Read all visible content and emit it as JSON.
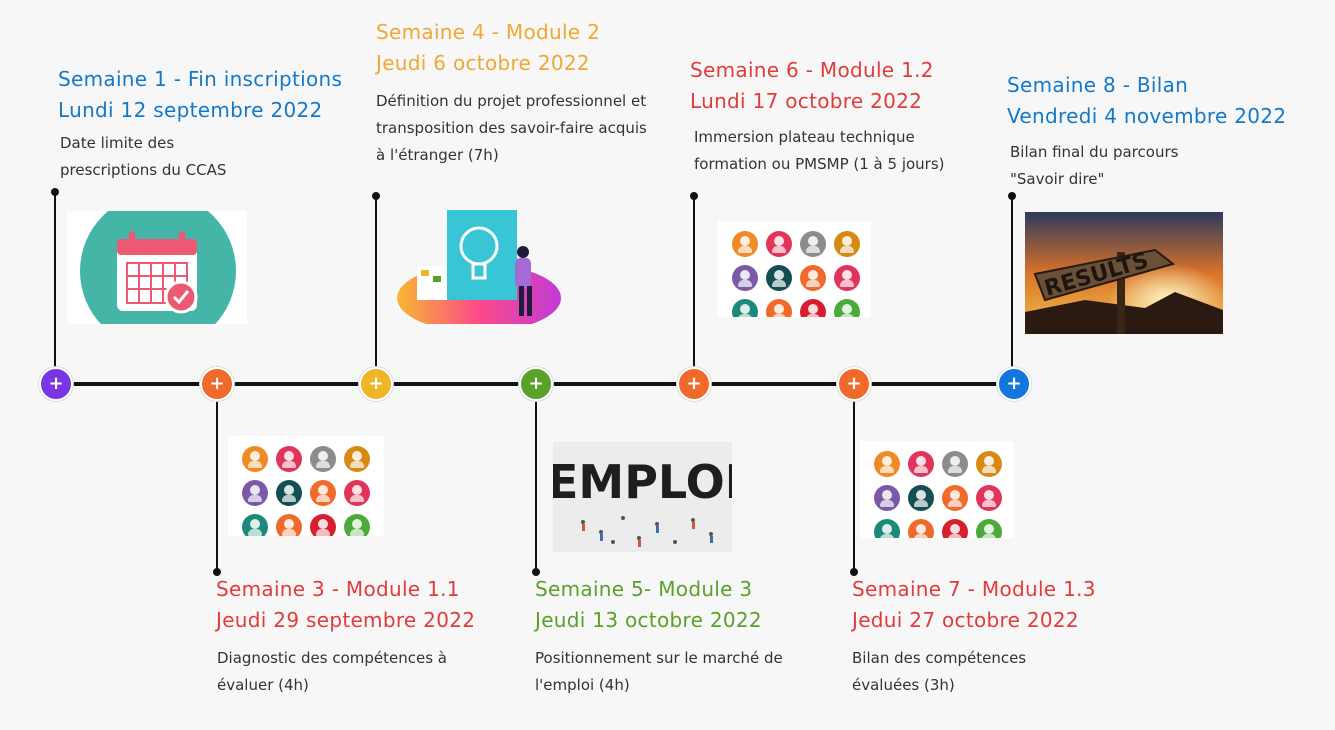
{
  "colors": {
    "purple": "#7b35e4",
    "orange": "#ef6a2b",
    "yellow": "#f0b428",
    "green": "#5aa12a",
    "blue": "#1476dc",
    "heading_blue": "#1479c9",
    "heading_red": "#e23b3b",
    "heading_yellow": "#f0a833",
    "heading_green": "#5aa12a"
  },
  "nodes": [
    {
      "icon": "plus",
      "color": "#7b35e4"
    },
    {
      "icon": "plus",
      "color": "#ef6a2b"
    },
    {
      "icon": "plus",
      "color": "#f0b428"
    },
    {
      "icon": "plus",
      "color": "#5aa12a"
    },
    {
      "icon": "plus",
      "color": "#ef6a2b"
    },
    {
      "icon": "plus",
      "color": "#ef6a2b"
    },
    {
      "icon": "plus",
      "color": "#1476dc"
    }
  ],
  "events": {
    "s1": {
      "line1": "Semaine 1 - Fin inscriptions",
      "line2": "Lundi 12 septembre 2022",
      "desc1": "Date limite des",
      "desc2": "prescriptions du CCAS",
      "image": "calendar-icon"
    },
    "s3": {
      "line1": "Semaine 3 - Module 1.1",
      "line2": "Jeudi 29 septembre 2022",
      "desc1": "Diagnostic des compétences à",
      "desc2": "évaluer (4h)",
      "image": "people-icons-grid"
    },
    "s4": {
      "line1": "Semaine 4 - Module 2",
      "line2": "Jeudi 6 octobre 2022",
      "desc1": "Définition du projet professionnel et",
      "desc2": "transposition des savoir-faire acquis",
      "desc3": "à l'étranger (7h)",
      "image": "lightbulb-illustration"
    },
    "s5": {
      "line1": "Semaine 5- Module 3",
      "line2": "Jeudi 13 octobre 2022",
      "desc1": "Positionnement sur le marché de",
      "desc2": "l'emploi (4h)",
      "image": "emploi-photo",
      "image_text": "EMPLOI"
    },
    "s6": {
      "line1": "Semaine 6 - Module 1.2",
      "line2": "Lundi  17 octobre 2022",
      "desc1": "Immersion plateau technique",
      "desc2": "formation ou PMSMP  (1 à 5 jours)",
      "image": "people-icons-grid"
    },
    "s7": {
      "line1": "Semaine 7 - Module 1.3",
      "line2": "Jedui 27 octobre 2022",
      "desc1": "Bilan des compétences",
      "desc2": "évaluées (3h)",
      "image": "people-icons-grid"
    },
    "s8": {
      "line1": "Semaine 8 - Bilan",
      "line2": "Vendredi 4 novembre 2022",
      "desc1": "Bilan final du parcours",
      "desc2": "\"Savoir dire\"",
      "image": "results-signpost-photo",
      "image_text": "RESULTS"
    }
  },
  "icon_grid_colors": [
    "#f08a24",
    "#e0345a",
    "#8c8c8c",
    "#d68a14",
    "#7a5aa8",
    "#124e52",
    "#ef6a2b",
    "#e0345a",
    "#1c8a7a",
    "#ef6a2b",
    "#d62030",
    "#4caa3a"
  ]
}
